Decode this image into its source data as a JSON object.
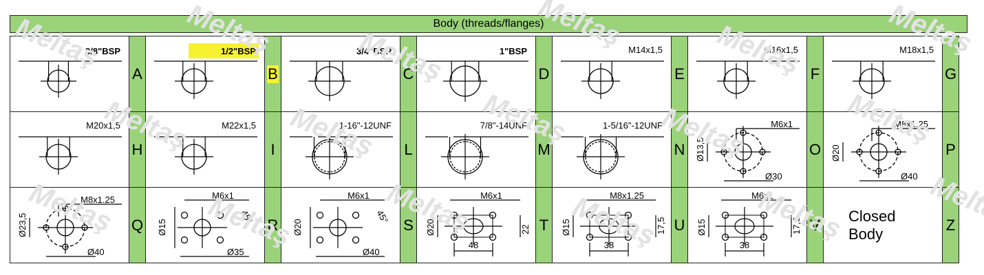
{
  "title": "Body (threads/flanges)",
  "watermark": "Meltaş",
  "rows": [
    [
      {
        "label": "3/8\"BSP",
        "letter": "A",
        "type": "thread",
        "bold": true
      },
      {
        "label": "1/2\"BSP",
        "letter": "B",
        "type": "thread",
        "bold": true,
        "highlight": true
      },
      {
        "label": "3/4\"BSP",
        "letter": "C",
        "type": "thread",
        "bold": true
      },
      {
        "label": "1\"BSP",
        "letter": "D",
        "type": "thread",
        "bold": true
      },
      {
        "label": "M14x1,5",
        "letter": "E",
        "type": "thread"
      },
      {
        "label": "M16x1,5",
        "letter": "F",
        "type": "thread"
      },
      {
        "label": "M18x1,5",
        "letter": "G",
        "type": "thread"
      }
    ],
    [
      {
        "label": "M20x1,5",
        "letter": "H",
        "type": "thread"
      },
      {
        "label": "M22x1,5",
        "letter": "I",
        "type": "thread"
      },
      {
        "label": "1-16\"-12UNF",
        "letter": "L",
        "type": "thread"
      },
      {
        "label": "7/8\"-14UNF",
        "letter": "M",
        "type": "thread"
      },
      {
        "label": "1-5/16\"-12UNF",
        "letter": "N",
        "type": "thread"
      },
      {
        "label": "M6x1",
        "letter": "O",
        "type": "flange",
        "dim1": "Ø13,5",
        "dim2": "Ø30"
      },
      {
        "label": "M8x1.25",
        "letter": "P",
        "type": "flange",
        "dim1": "Ø20",
        "dim2": "Ø40"
      }
    ],
    [
      {
        "label": "M8x1.25",
        "letter": "Q",
        "type": "flange",
        "dim1": "Ø23,5",
        "dim2": "Ø40"
      },
      {
        "label": "M6x1",
        "letter": "R",
        "type": "flange6",
        "dim1": "Ø15",
        "dim2": "Ø35",
        "angle": "45°"
      },
      {
        "label": "M6x1",
        "letter": "S",
        "type": "flange6",
        "dim1": "Ø20",
        "dim2": "Ø40",
        "angle": "45°"
      },
      {
        "label": "M6x1",
        "letter": "T",
        "type": "rect",
        "dim1": "Ø20",
        "dim2": "48",
        "dim3": "22"
      },
      {
        "label": "M8x1.25",
        "letter": "U",
        "type": "rect",
        "dim1": "Ø15",
        "dim2": "38",
        "dim3": "17,5"
      },
      {
        "label": "M6x1",
        "letter": "V",
        "type": "rect",
        "dim1": "Ø15",
        "dim2": "38",
        "dim3": "17,5"
      },
      {
        "label": "Closed\nBody",
        "letter": "Z",
        "type": "closed"
      }
    ]
  ]
}
